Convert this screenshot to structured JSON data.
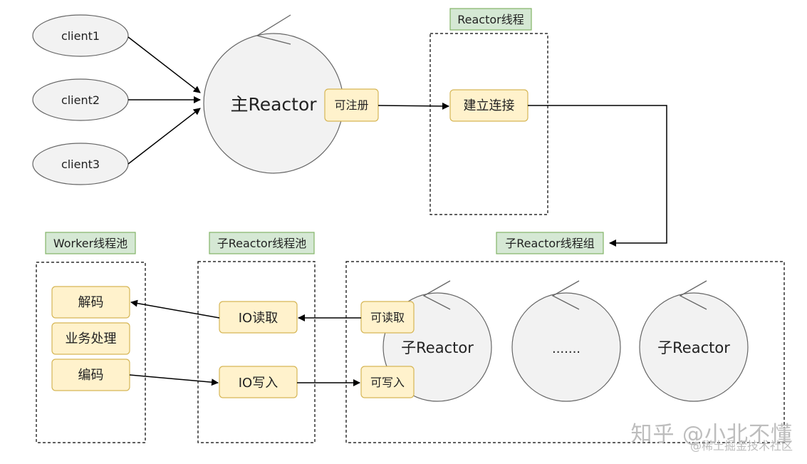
{
  "clients": [
    "client1",
    "client2",
    "client3"
  ],
  "main_reactor": {
    "label": "主Reactor",
    "register": "可注册"
  },
  "reactor_thread": {
    "title": "Reactor线程",
    "connect": "建立连接"
  },
  "sub_reactor_group": {
    "title": "子Reactor线程组",
    "reactors": [
      "子Reactor",
      ".......",
      "子Reactor"
    ],
    "read": "可读取",
    "write": "可写入"
  },
  "sub_reactor_pool": {
    "title": "子Reactor线程池",
    "io_read": "IO读取",
    "io_write": "IO写入"
  },
  "worker_pool": {
    "title": "Worker线程池",
    "decode": "解码",
    "business": "业务处理",
    "encode": "编码"
  },
  "watermark": {
    "line1": "知乎 @小北不懂",
    "line2": "@稀土掘金技术社区"
  },
  "colors": {
    "ellipse_fill": "#f2f2f2",
    "box_fill": "#fff2cc",
    "box_stroke": "#d6b656",
    "title_fill": "#d5e8d4",
    "title_stroke": "#82b366"
  }
}
